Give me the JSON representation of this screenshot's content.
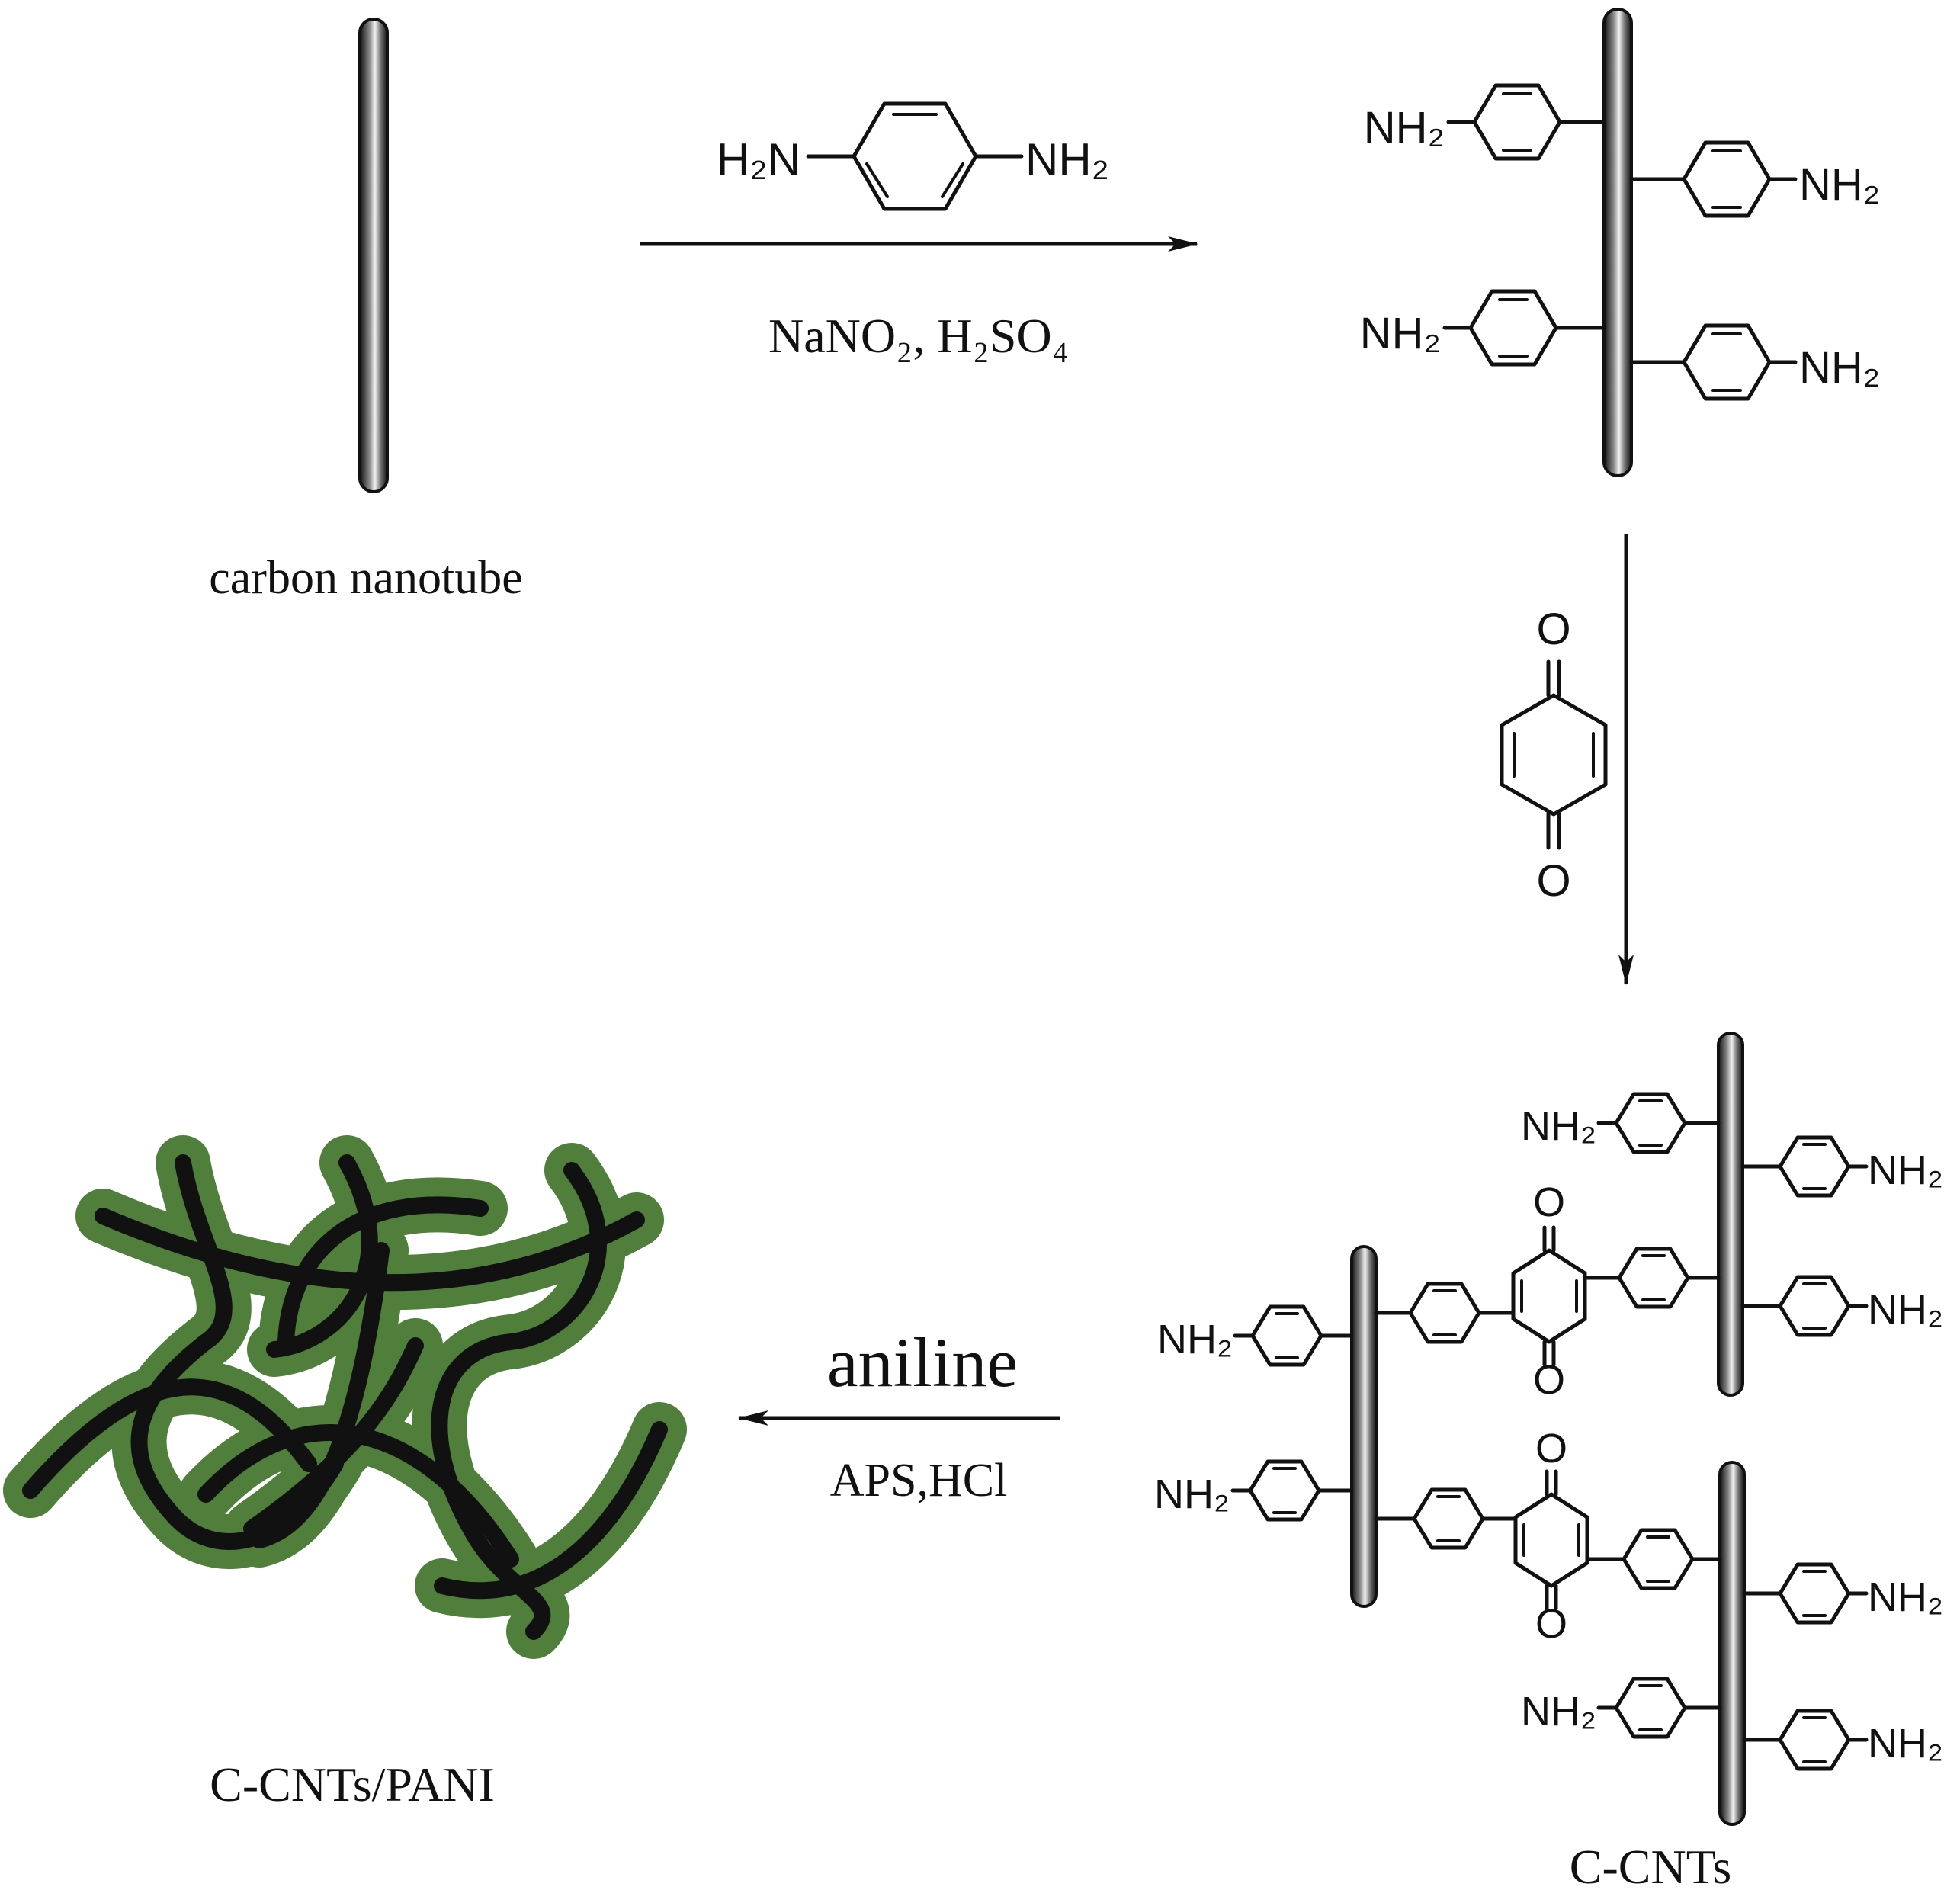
{
  "labels": {
    "carbon_nanotube": "carbon nanotube",
    "c_cnts": "C-CNTs",
    "c_cnts_pani": "C-CNTs/PANI"
  },
  "reagents": {
    "step1": {
      "left_group": "H₂N",
      "right_group": "NH₂",
      "conditions": "NaNO₂, H₂SO₄"
    },
    "step2": {
      "oxygen": "O"
    },
    "step3": {
      "above": "aniline",
      "below": "APS,HCl"
    }
  },
  "groups": {
    "amine": "NH₂",
    "oxygen": "O"
  },
  "colors": {
    "ink": "#111111",
    "pani_green": "#4f7f3a",
    "tube_highlight": "#f2f2f2"
  }
}
